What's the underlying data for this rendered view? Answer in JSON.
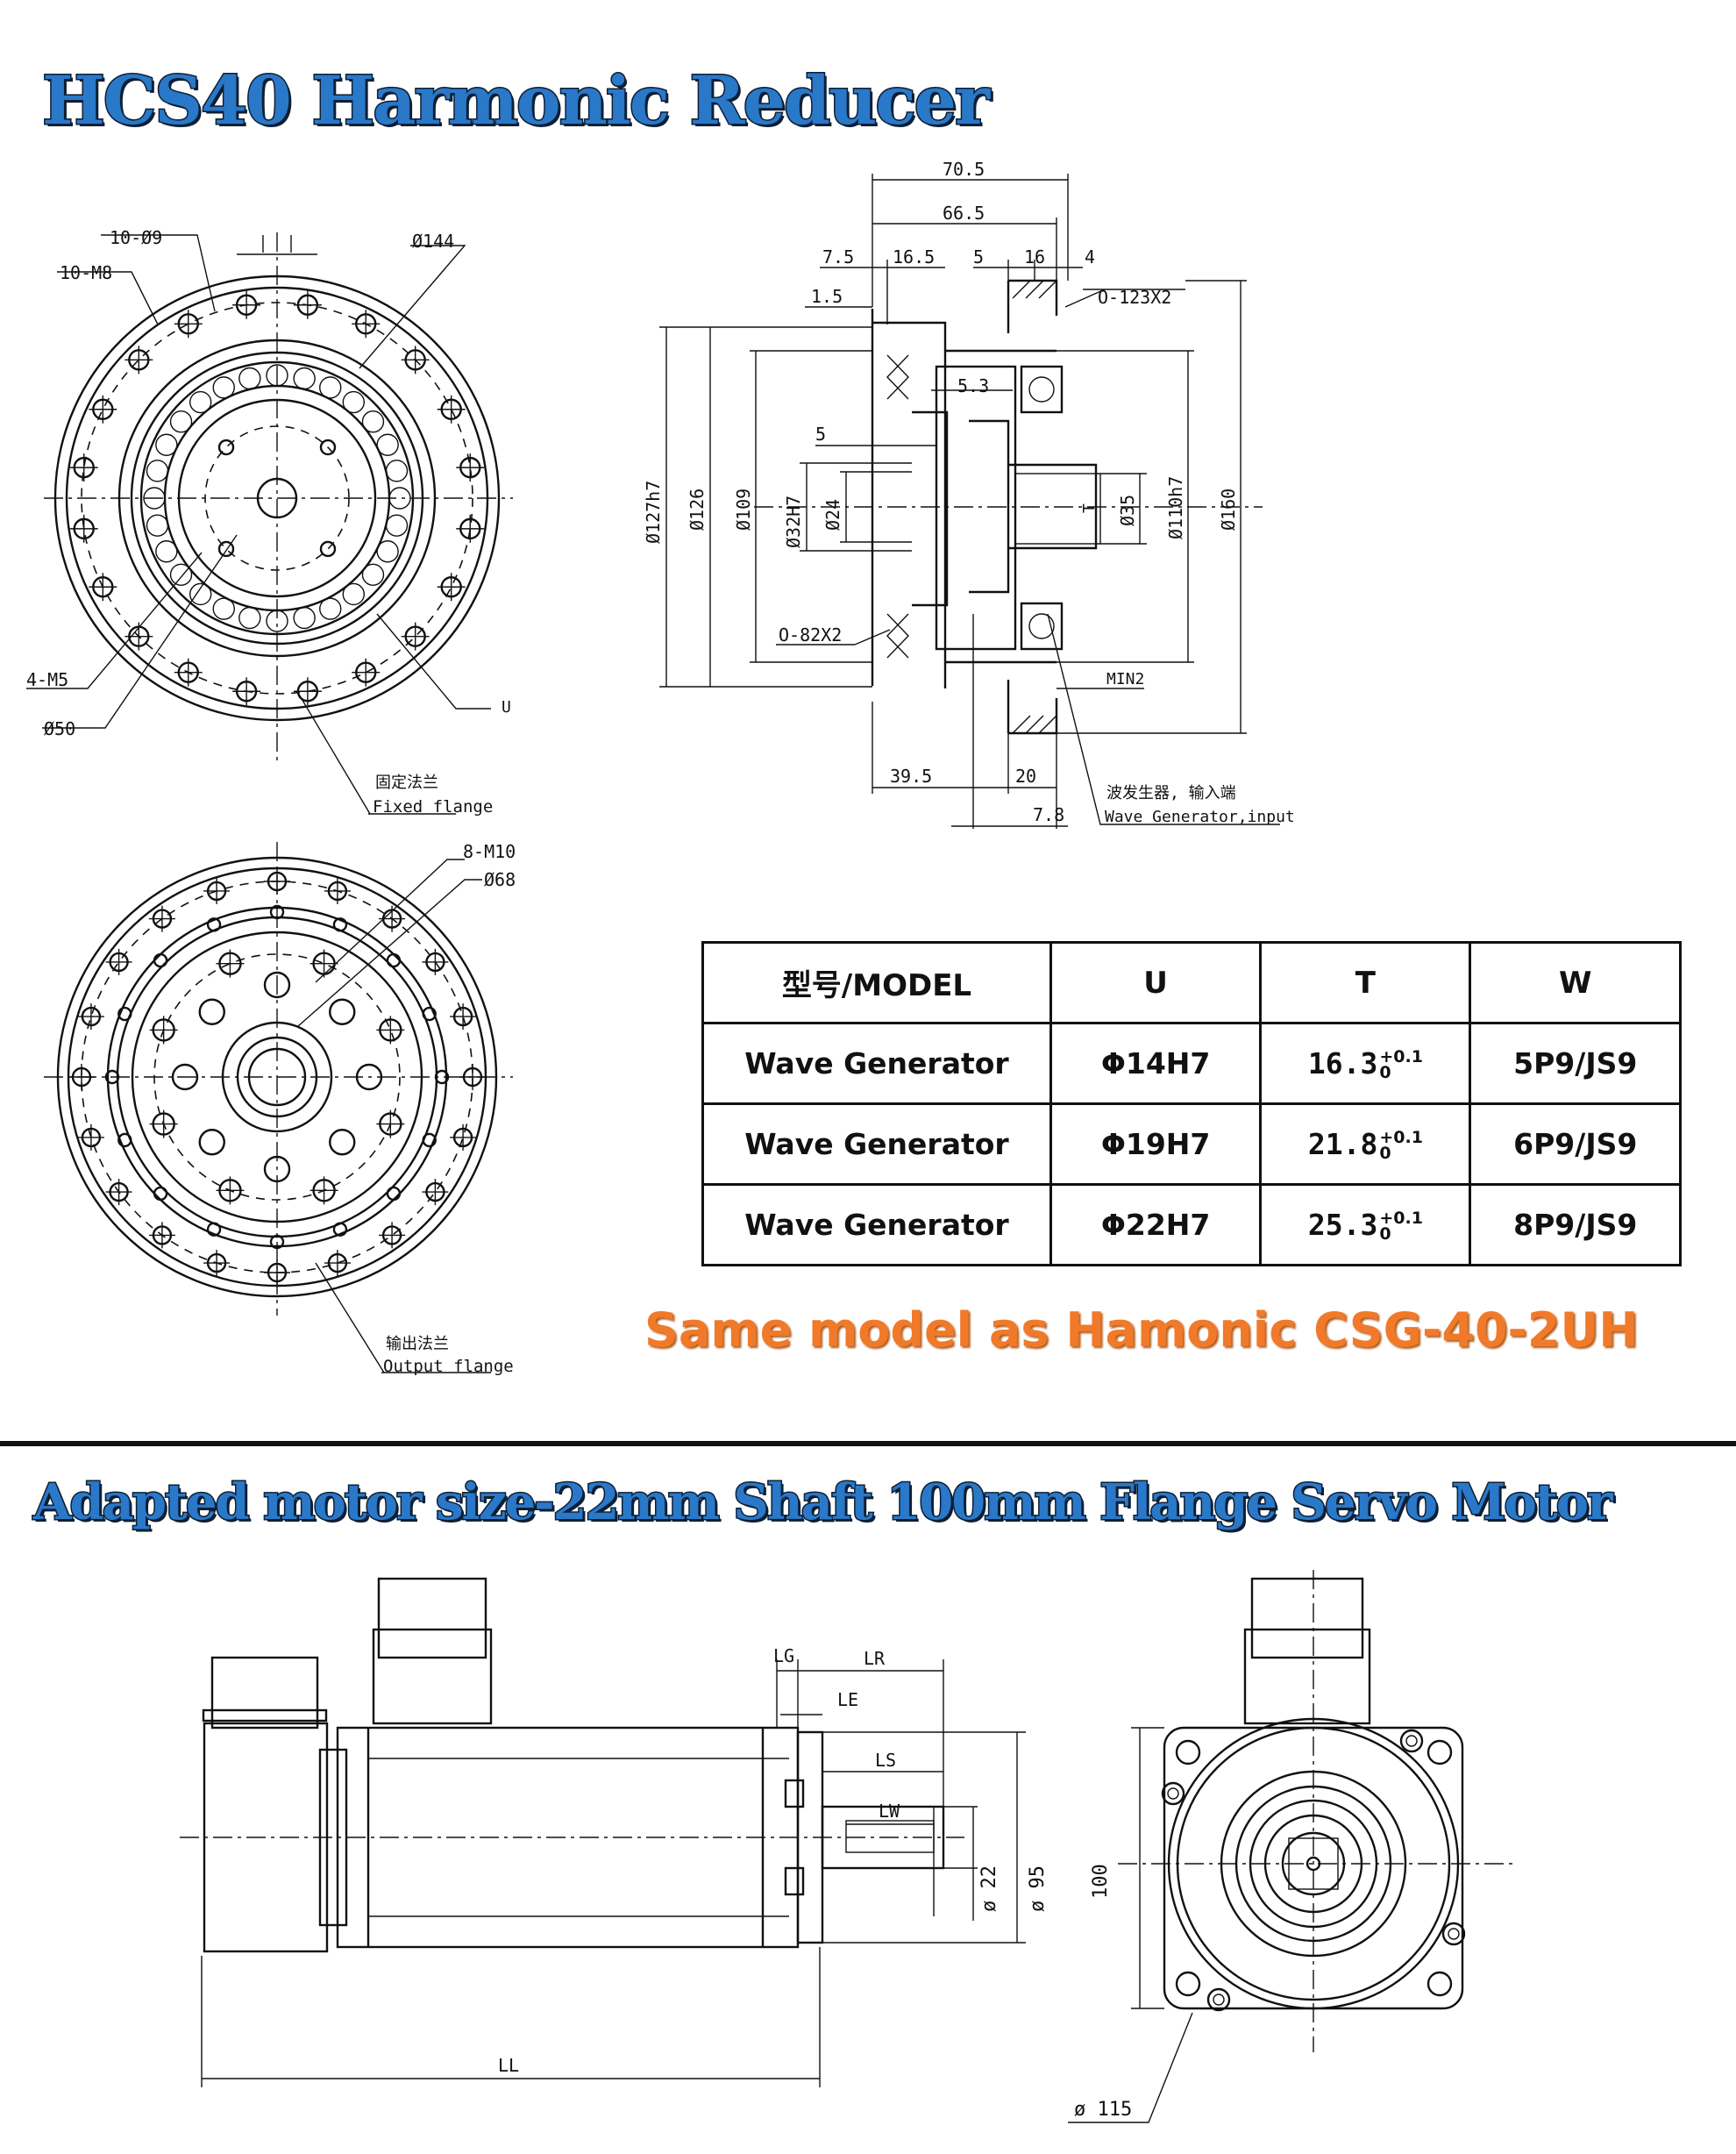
{
  "titles": {
    "reducer": "HCS40 Harmonic Reducer",
    "motor": "Adapted motor size-22mm Shaft 100mm Flange Servo Motor",
    "same_model": "Same model as Hamonic CSG-40-2UH"
  },
  "reducer_front": {
    "labels": {
      "holes_9": "10-Ø9",
      "holes_m8": "10-M8",
      "dia_144": "Ø144",
      "holes_m5": "4-M5",
      "dia_50": "Ø50",
      "u": "U",
      "flange_cn": "固定法兰",
      "flange_en": "Fixed flange"
    }
  },
  "reducer_output": {
    "labels": {
      "holes_m10": "8-M10",
      "dia_68": "Ø68",
      "flange_cn": "输出法兰",
      "flange_en": "Output flange"
    }
  },
  "reducer_side": {
    "labels": {
      "d70_5": "70.5",
      "d66_5": "66.5",
      "d7_5": "7.5",
      "d16_5": "16.5",
      "d5a": "5",
      "d16": "16",
      "d4": "4",
      "d1_5": "1.5",
      "oring1": "O-123X2",
      "d5_3": "5.3",
      "d5b": "5",
      "dia127": "Ø127h7",
      "dia126": "Ø126",
      "dia109": "Ø109",
      "dia32": "Ø32H7",
      "dia24": "Ø24",
      "t": "T",
      "dia35": "Ø35",
      "dia110": "Ø110h7",
      "dia160": "Ø160",
      "oring2": "O-82X2",
      "min2": "MIN2",
      "d39_5": "39.5",
      "d20": "20",
      "d7_8": "7.8",
      "wg_cn": "波发生器, 输入端",
      "wg_en": "Wave Generator,input"
    }
  },
  "table": {
    "headers": [
      "型号/MODEL",
      "U",
      "T",
      "W"
    ],
    "rows": [
      {
        "model": "Wave Generator",
        "u": "Φ14H7",
        "t": "16.3",
        "tol_up": "+0.1",
        "tol_low": "0",
        "w": "5P9/JS9"
      },
      {
        "model": "Wave Generator",
        "u": "Φ19H7",
        "t": "21.8",
        "tol_up": "+0.1",
        "tol_low": "0",
        "w": "6P9/JS9"
      },
      {
        "model": "Wave Generator",
        "u": "Φ22H7",
        "t": "25.3",
        "tol_up": "+0.1",
        "tol_low": "0",
        "w": "8P9/JS9"
      }
    ]
  },
  "motor_side": {
    "labels": {
      "lg": "LG",
      "lr": "LR",
      "le": "LE",
      "ls": "LS",
      "lw": "LW",
      "dia22": "ø 22",
      "dia95": "ø 95",
      "ll": "LL"
    }
  },
  "motor_front": {
    "labels": {
      "d100": "100",
      "dia115": "ø 115"
    }
  }
}
